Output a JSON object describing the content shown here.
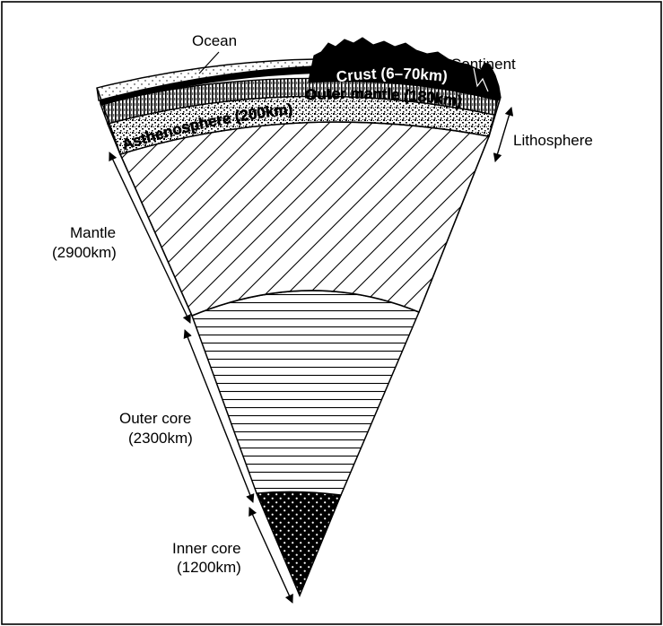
{
  "diagram": {
    "labels": {
      "ocean": "Ocean",
      "continent": "Continent",
      "crust": "Crust (6–70km)",
      "outer_mantle": "Outer mantle (180km)",
      "asthenosphere": "Asthenosphere (200km)",
      "lithosphere": "Lithosphere",
      "mantle_line1": "Mantle",
      "mantle_line2": "(2900km)",
      "outer_core_line1": "Outer core",
      "outer_core_line2": "(2300km)",
      "inner_core_line1": "Inner core",
      "inner_core_line2": "(1200km)"
    },
    "colors": {
      "ink": "#000000",
      "paper": "#ffffff"
    }
  }
}
